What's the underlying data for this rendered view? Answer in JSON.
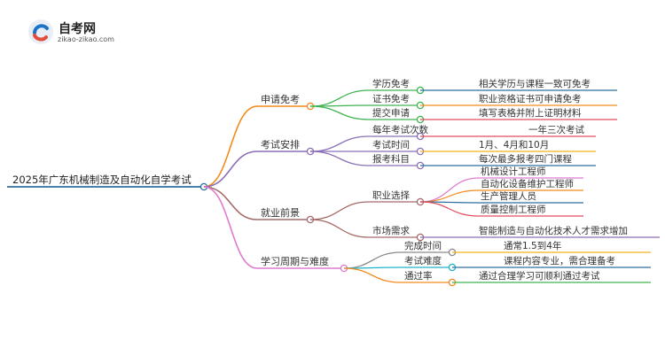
{
  "brand": {
    "name": "自考网",
    "site": "zikao-zikao.com"
  },
  "root": {
    "label": "2025年广东机械制造及自动化自学考试"
  },
  "branches": [
    {
      "label": "申请免考",
      "color": "#f28a1e",
      "children": [
        {
          "label": "学历免考",
          "leaf": "相关学历与课程一致可免考",
          "color": "#3fb34f",
          "leafLine": "#2f6f9f"
        },
        {
          "label": "证书免考",
          "leaf": "职业资格证书可申请免考",
          "color": "#3fb34f",
          "leafLine": "#f28a1e"
        },
        {
          "label": "提交申请",
          "leaf": "填写表格并附上证明材料",
          "color": "#3fb34f",
          "leafLine": "#e24d5c"
        }
      ]
    },
    {
      "label": "考试安排",
      "color": "#8a6fb7",
      "children": [
        {
          "label": "每年考试次数",
          "leaf": "一年三次考试",
          "color": "#8a6fb7",
          "leafLine": "#e24d5c"
        },
        {
          "label": "考试时间",
          "leaf": "1月、4月和10月",
          "color": "#8a6fb7",
          "leafLine": "#f2b21e"
        },
        {
          "label": "报考科目",
          "leaf": "每次最多报考四门课程",
          "color": "#8a6fb7",
          "leafLine": "#2f6f9f"
        }
      ]
    },
    {
      "label": "就业前景",
      "color": "#a66a6a",
      "children": [
        {
          "label": "职业选择",
          "color": "#a66a6a",
          "leaves": [
            {
              "text": "机械设计工程师",
              "line": "#e07ad0"
            },
            {
              "text": "自动化设备维护工程师",
              "line": "#f28a1e"
            },
            {
              "text": "生产管理人员",
              "line": "#2f6f9f"
            },
            {
              "text": "质量控制工程师",
              "line": "#e24d5c"
            }
          ]
        },
        {
          "label": "市场需求",
          "leaf": "智能制造与自动化技术人才需求增加",
          "color": "#a66a6a",
          "leafLine": "#8a6fb7"
        }
      ]
    },
    {
      "label": "学习周期与难度",
      "color": "#e07ad0",
      "children": [
        {
          "label": "完成时间",
          "leaf": "通常1.5到4年",
          "color": "#8a8a8a",
          "leafLine": "#f2b21e"
        },
        {
          "label": "考试难度",
          "leaf": "课程内容专业，需合理备考",
          "color": "#1fb3c8",
          "leafLine": "#2f6f9f"
        },
        {
          "label": "通过率",
          "leaf": "通过合理学习可顺利通过考试",
          "color": "#f28a1e",
          "leafLine": "#3fb34f"
        }
      ]
    }
  ]
}
